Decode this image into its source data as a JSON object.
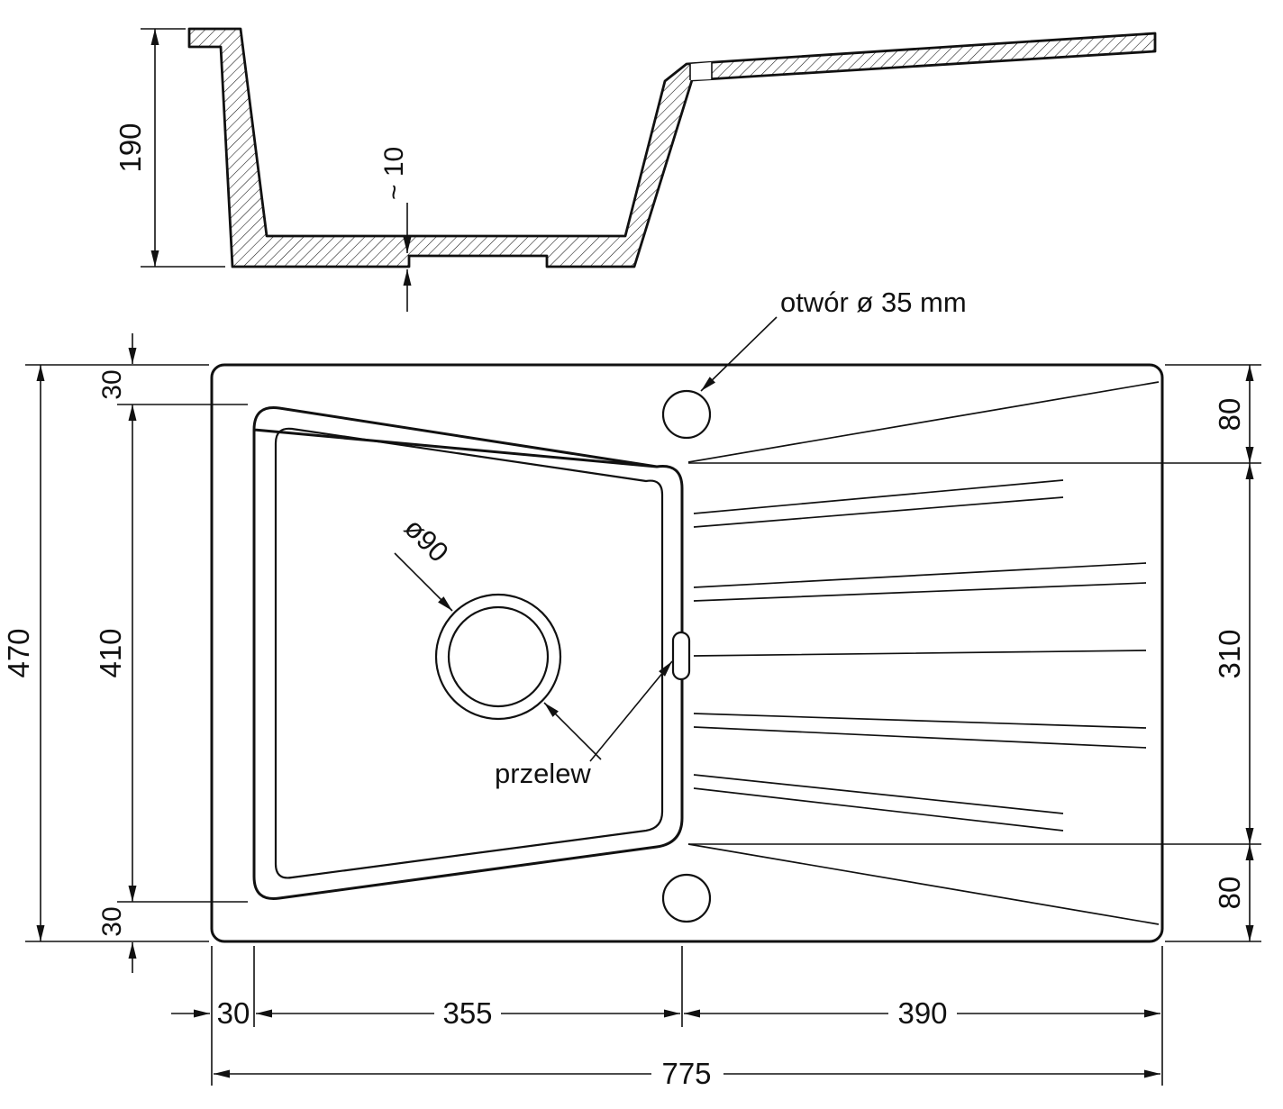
{
  "drawing": {
    "type": "technical-drawing",
    "subject": "granite kitchen sink with drainboard",
    "section": {
      "dim_depth": "190",
      "dim_bottom_step": "~ 10"
    },
    "plan": {
      "label_tap_hole": "otwór ø 35 mm",
      "label_drain": "ø90",
      "label_overflow": "przelew",
      "dim_total_height": "470",
      "dim_bowl_height": "410",
      "dim_rim_top": "30",
      "dim_rim_bottom": "30",
      "dim_right_top": "80",
      "dim_drainboard_height": "310",
      "dim_right_bottom": "80",
      "dim_rim_left": "30",
      "dim_bowl_width": "355",
      "dim_drainboard_width": "390",
      "dim_total_width": "775"
    }
  }
}
